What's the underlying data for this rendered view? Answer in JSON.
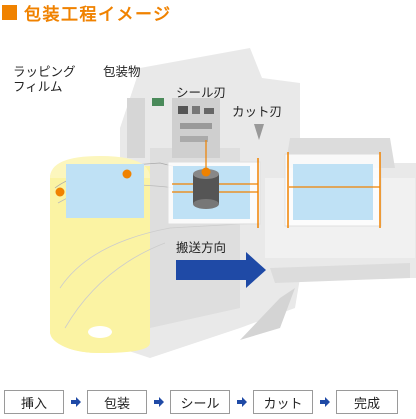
{
  "title": "包装工程イメージ",
  "colors": {
    "accent": "#f08200",
    "arrow": "#1f4aa6",
    "film": "#fbf3a3",
    "product": "#bfe1f5"
  },
  "labels": {
    "film": "ラッピング\nフィルム",
    "product": "包装物",
    "seal_blade": "シール刃",
    "cut_blade": "カット刃",
    "direction": "搬送方向"
  },
  "steps": [
    "挿入",
    "包装",
    "シール",
    "カット",
    "完成"
  ],
  "step_arrow_icon": "right-arrow-icon"
}
